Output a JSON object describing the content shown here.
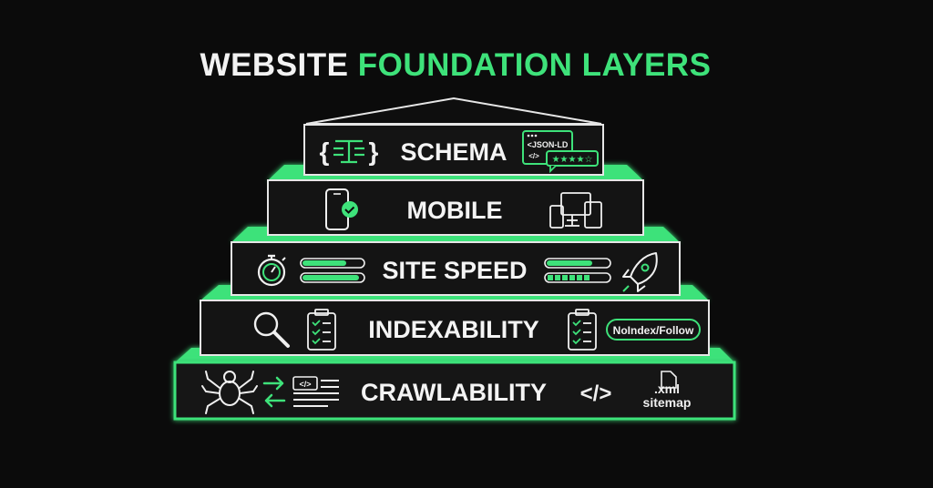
{
  "title": {
    "part1": "WEBSITE",
    "part2": "FOUNDATION LAYERS"
  },
  "colors": {
    "accent": "#3ee27a",
    "background": "#0b0b0b",
    "box_fill": "#151515",
    "stroke": "#e6e6e6"
  },
  "layers": [
    {
      "label": "SCHEMA",
      "left_icon": "code-brace-icon",
      "right_icon": "json-ld-rating-card-icon",
      "badge": "<JSON-LD",
      "code_tag": "</>"
    },
    {
      "label": "MOBILE",
      "left_icon": "phone-check-icon",
      "right_icon": "multi-device-icon"
    },
    {
      "label": "SITE SPEED",
      "left_icon": "stopwatch-icon",
      "right_icon": "rocket-icon"
    },
    {
      "label": "INDEXABILITY",
      "left_icon": "magnifier-icon",
      "right_icon": "checklist-icon",
      "badge": "NoIndex/Follow"
    },
    {
      "label": "CRAWLABILITY",
      "left_icon": "spider-icon",
      "right_icon": "code-brackets-icon",
      "code_tag": "</>",
      "file_label_1": ".xml",
      "file_label_2": "sitemap"
    }
  ]
}
